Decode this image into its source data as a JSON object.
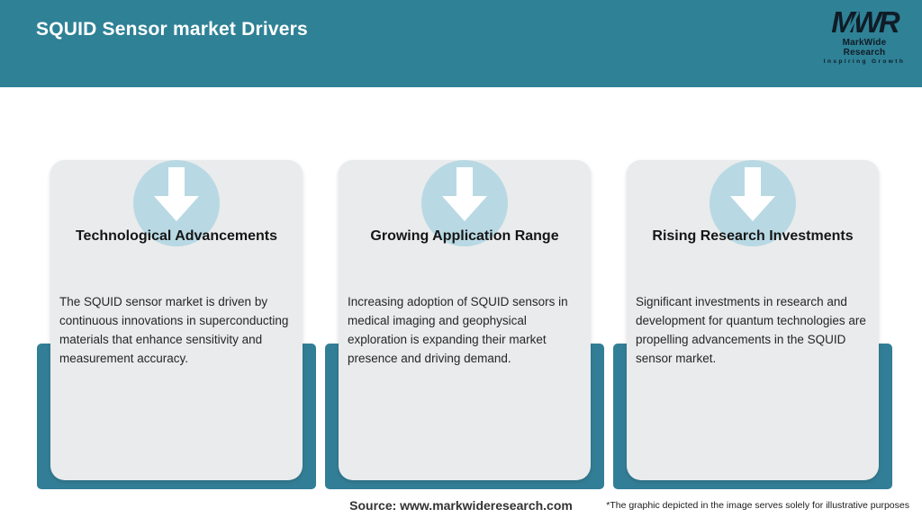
{
  "header": {
    "title": "SQUID Sensor market Drivers"
  },
  "brand": {
    "mark": "MWR",
    "name": "MarkWide Research",
    "tagline": "Inspiring Growth"
  },
  "cards": [
    {
      "icon": "down-arrow-icon",
      "title": "Technological Advancements",
      "body": "The SQUID sensor market is driven by continuous innovations in superconducting materials that enhance sensitivity and measurement accuracy."
    },
    {
      "icon": "down-arrow-icon",
      "title": "Growing Application Range",
      "body": "Increasing adoption of SQUID sensors in medical imaging and geophysical exploration is expanding their market presence and driving demand."
    },
    {
      "icon": "down-arrow-icon",
      "title": "Rising Research Investments",
      "body": "Significant investments in research and development for quantum technologies are propelling advancements in the SQUID sensor market."
    }
  ],
  "footer": {
    "source": "Source: www.markwideresearch.com",
    "disclaimer": "*The graphic depicted in the image serves solely for illustrative purposes"
  },
  "colors": {
    "header_teal": "#2f8196",
    "backing_teal": "#337e97",
    "circle_blue": "#b8d9e4",
    "card_gray": "#e9ebec",
    "logo_dark": "#0f1c26"
  }
}
